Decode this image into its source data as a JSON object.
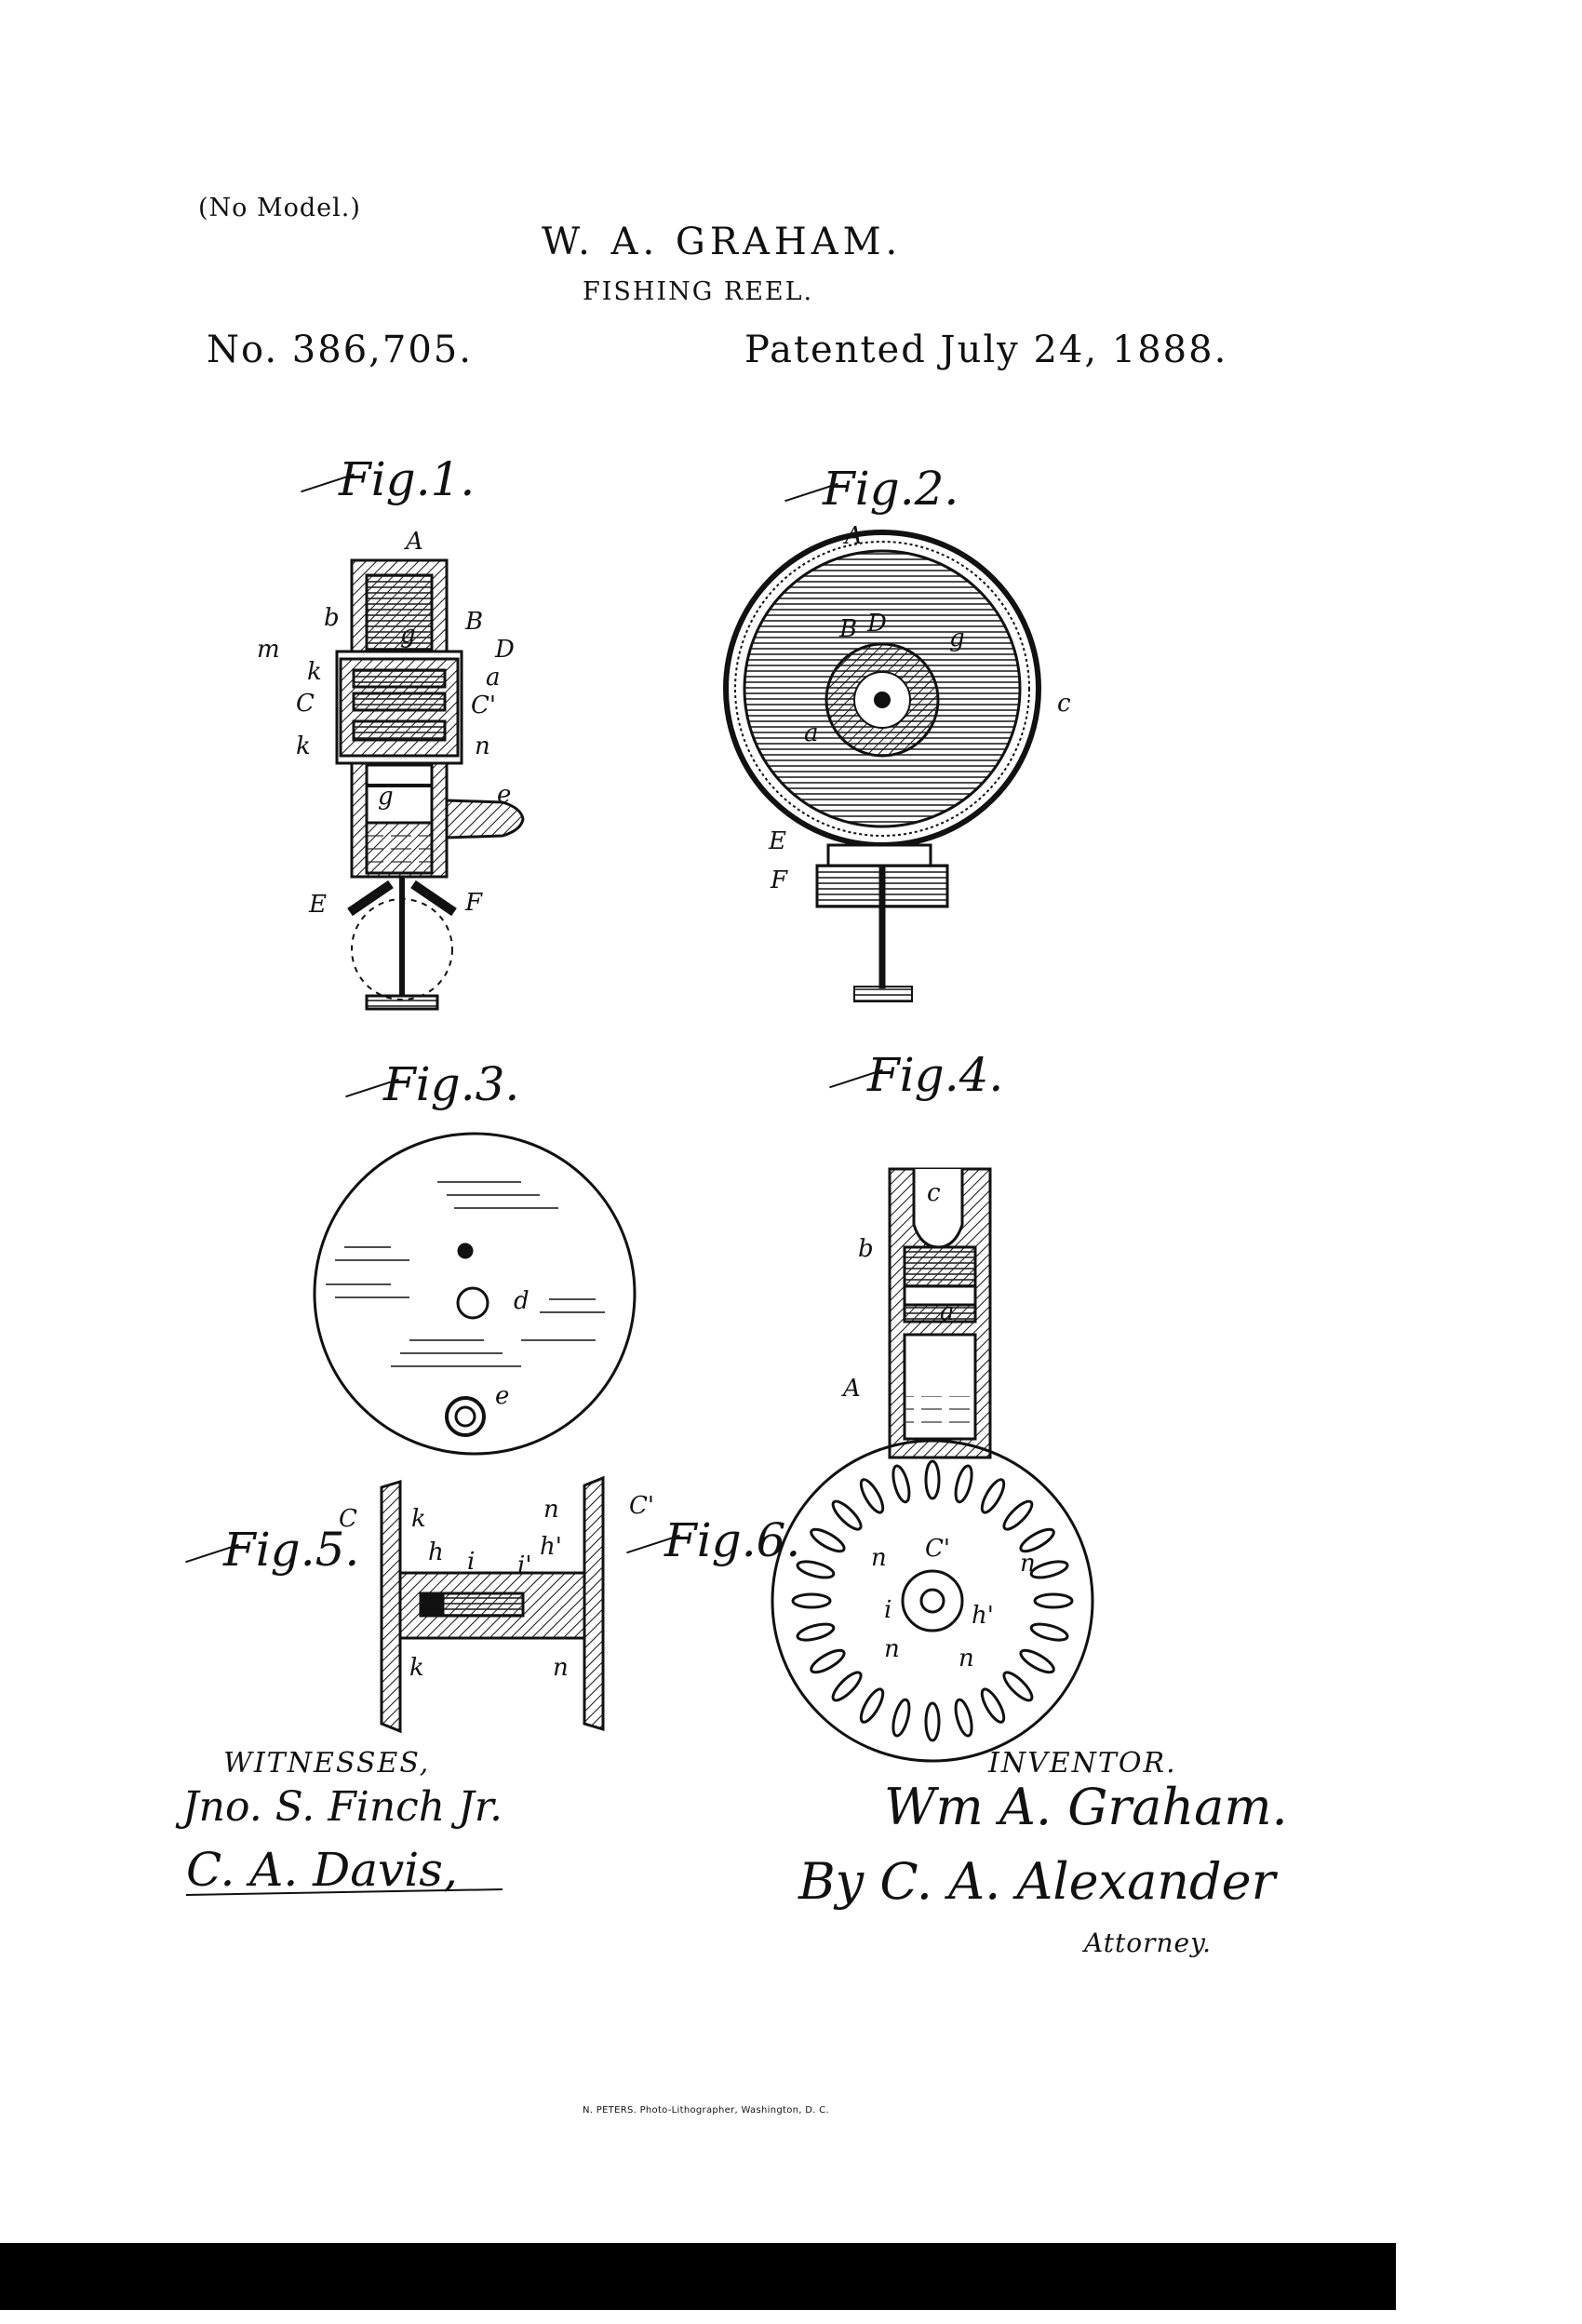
{
  "header": {
    "no_model": "(No Model.)",
    "inventor_name": "W. A. GRAHAM.",
    "invention_title": "FISHING REEL.",
    "patent_number": "No. 386,705.",
    "patent_date": "Patented July 24, 1888."
  },
  "figures": {
    "fig1": "Fig.1.",
    "fig2": "Fig.2.",
    "fig3": "Fig.3.",
    "fig4": "Fig.4.",
    "fig5": "Fig.5.",
    "fig6": "Fig.6."
  },
  "reference_letters": {
    "fig1": [
      "A",
      "b",
      "B",
      "D",
      "m",
      "g",
      "k",
      "a",
      "C",
      "C'",
      "k",
      "n",
      "g",
      "e",
      "E",
      "F"
    ],
    "fig2": [
      "A",
      "B",
      "D",
      "g",
      "a",
      "c",
      "E",
      "F"
    ],
    "fig3": [
      "d",
      "e"
    ],
    "fig4": [
      "c",
      "b",
      "a",
      "A"
    ],
    "fig5": [
      "C",
      "k",
      "h",
      "i",
      "i'",
      "h'",
      "n",
      "k",
      "n"
    ],
    "fig6": [
      "C'",
      "n",
      "C'",
      "n",
      "i",
      "h'",
      "n",
      "n"
    ]
  },
  "signatures": {
    "witnesses_label": "WITNESSES,",
    "witness_1": "Jno. S. Finch Jr.",
    "witness_2": "C. A. Davis,",
    "inventor_label": "INVENTOR.",
    "inventor_signature": "Wm A. Graham.",
    "attorney_signature": "By C. A. Alexander",
    "attorney_label": "Attorney."
  },
  "footer": {
    "lithographer": "N. PETERS. Photo-Lithographer, Washington, D. C."
  }
}
